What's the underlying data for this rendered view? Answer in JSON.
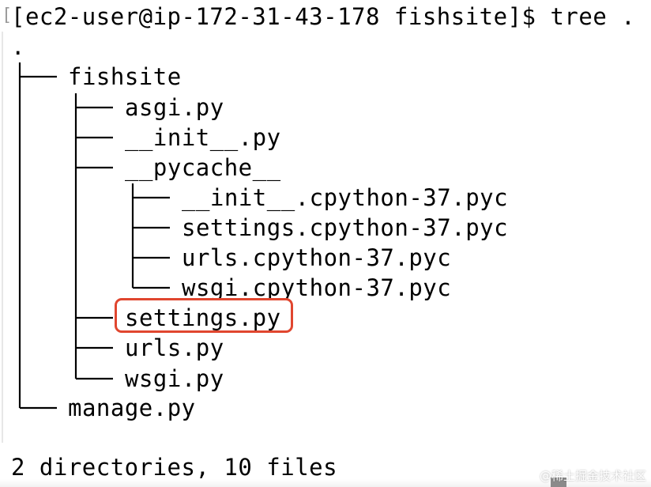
{
  "terminal": {
    "prompt_line": "[ec2-user@ip-172-31-43-178 fishsite]$ tree .",
    "tree": [
      {
        "indent": "",
        "branch": "",
        "name": "."
      },
      {
        "indent": "",
        "branch": "├── ",
        "name": "fishsite"
      },
      {
        "indent": "│   ",
        "branch": "├── ",
        "name": "asgi.py"
      },
      {
        "indent": "│   ",
        "branch": "├── ",
        "name": "__init__.py"
      },
      {
        "indent": "│   ",
        "branch": "├── ",
        "name": "__pycache__"
      },
      {
        "indent": "│   │   ",
        "branch": "├── ",
        "name": "__init__.cpython-37.pyc"
      },
      {
        "indent": "│   │   ",
        "branch": "├── ",
        "name": "settings.cpython-37.pyc"
      },
      {
        "indent": "│   │   ",
        "branch": "├── ",
        "name": "urls.cpython-37.pyc"
      },
      {
        "indent": "│   │   ",
        "branch": "└── ",
        "name": "wsgi.cpython-37.pyc"
      },
      {
        "indent": "│   ",
        "branch": "├── ",
        "name": "settings.py"
      },
      {
        "indent": "│   ",
        "branch": "├── ",
        "name": "urls.py"
      },
      {
        "indent": "│   ",
        "branch": "└── ",
        "name": "wsgi.py"
      },
      {
        "indent": "",
        "branch": "└── ",
        "name": "manage.py"
      }
    ],
    "summary": "2 directories, 10 files",
    "highlighted_item": "settings.py",
    "highlight_color": "#e0462f"
  },
  "watermark": "@稀土掘金技术社区"
}
